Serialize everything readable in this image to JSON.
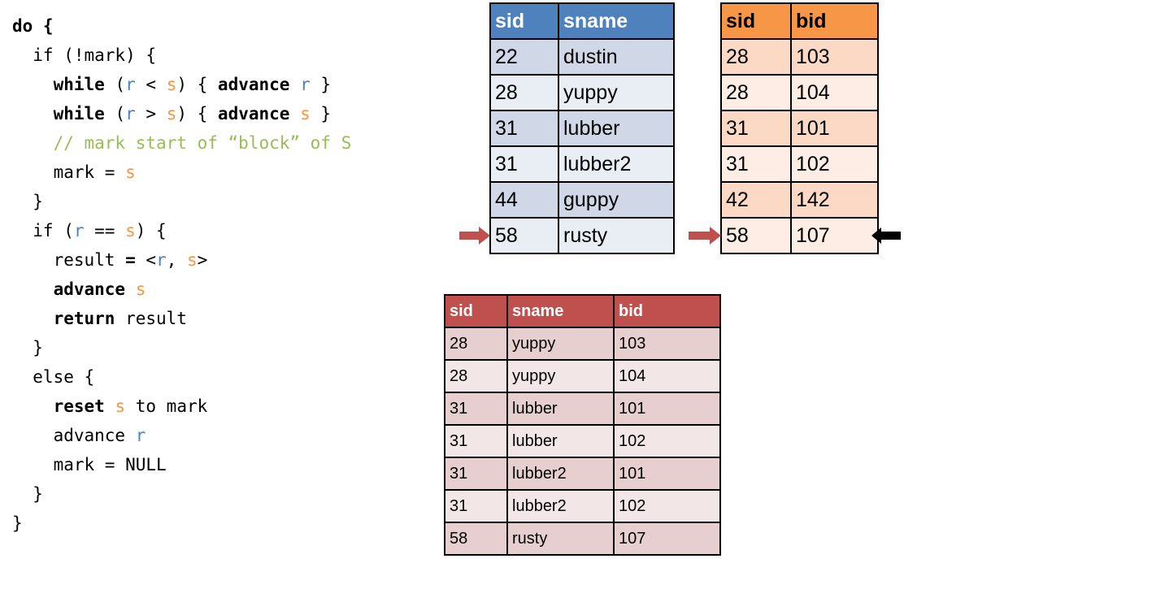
{
  "code": [
    [
      {
        "t": "do {",
        "c": "kw"
      }
    ],
    [
      {
        "t": "  if (!mark) {",
        "c": ""
      }
    ],
    [
      {
        "t": "    ",
        "c": ""
      },
      {
        "t": "while",
        "c": "kw"
      },
      {
        "t": " (",
        "c": ""
      },
      {
        "t": "r",
        "c": "vr"
      },
      {
        "t": " < ",
        "c": ""
      },
      {
        "t": "s",
        "c": "vs"
      },
      {
        "t": ") { ",
        "c": ""
      },
      {
        "t": "advance",
        "c": "kw"
      },
      {
        "t": " ",
        "c": ""
      },
      {
        "t": "r",
        "c": "vr"
      },
      {
        "t": " }",
        "c": ""
      }
    ],
    [
      {
        "t": "    ",
        "c": ""
      },
      {
        "t": "while",
        "c": "kw"
      },
      {
        "t": " (",
        "c": ""
      },
      {
        "t": "r",
        "c": "vr"
      },
      {
        "t": " > ",
        "c": ""
      },
      {
        "t": "s",
        "c": "vs"
      },
      {
        "t": ") { ",
        "c": ""
      },
      {
        "t": "advance",
        "c": "kw"
      },
      {
        "t": " ",
        "c": ""
      },
      {
        "t": "s",
        "c": "vs"
      },
      {
        "t": " }",
        "c": ""
      }
    ],
    [
      {
        "t": "    ",
        "c": ""
      },
      {
        "t": "// mark start of “block” of S",
        "c": "cm"
      }
    ],
    [
      {
        "t": "    mark = ",
        "c": ""
      },
      {
        "t": "s",
        "c": "vs"
      }
    ],
    [
      {
        "t": "  }",
        "c": ""
      }
    ],
    [
      {
        "t": "  if (",
        "c": ""
      },
      {
        "t": "r",
        "c": "vr"
      },
      {
        "t": " == ",
        "c": ""
      },
      {
        "t": "s",
        "c": "vs"
      },
      {
        "t": ") {",
        "c": ""
      }
    ],
    [
      {
        "t": "    result ",
        "c": ""
      },
      {
        "t": "=",
        "c": "kw"
      },
      {
        "t": " <",
        "c": ""
      },
      {
        "t": "r",
        "c": "vr"
      },
      {
        "t": ", ",
        "c": ""
      },
      {
        "t": "s",
        "c": "vs"
      },
      {
        "t": ">",
        "c": ""
      }
    ],
    [
      {
        "t": "    ",
        "c": ""
      },
      {
        "t": "advance",
        "c": "kw"
      },
      {
        "t": " ",
        "c": ""
      },
      {
        "t": "s",
        "c": "vs"
      }
    ],
    [
      {
        "t": "    ",
        "c": ""
      },
      {
        "t": "return",
        "c": "kw"
      },
      {
        "t": " result",
        "c": ""
      }
    ],
    [
      {
        "t": "  }",
        "c": ""
      }
    ],
    [
      {
        "t": "  else {",
        "c": ""
      }
    ],
    [
      {
        "t": "    ",
        "c": ""
      },
      {
        "t": "reset",
        "c": "kw"
      },
      {
        "t": " ",
        "c": ""
      },
      {
        "t": "s",
        "c": "vs"
      },
      {
        "t": " to mark",
        "c": ""
      }
    ],
    [
      {
        "t": "    advance ",
        "c": ""
      },
      {
        "t": "r",
        "c": "vr"
      }
    ],
    [
      {
        "t": "    mark = NULL",
        "c": ""
      }
    ],
    [
      {
        "t": "  }",
        "c": ""
      }
    ],
    [
      {
        "t": "}",
        "c": ""
      }
    ]
  ],
  "sailors": {
    "headers": [
      "sid",
      "sname"
    ],
    "rows": [
      [
        "22",
        "dustin"
      ],
      [
        "28",
        "yuppy"
      ],
      [
        "31",
        "lubber"
      ],
      [
        "31",
        "lubber2"
      ],
      [
        "44",
        "guppy"
      ],
      [
        "58",
        "rusty"
      ]
    ]
  },
  "reserves": {
    "headers": [
      "sid",
      "bid"
    ],
    "rows": [
      [
        "28",
        "103"
      ],
      [
        "28",
        "104"
      ],
      [
        "31",
        "101"
      ],
      [
        "31",
        "102"
      ],
      [
        "42",
        "142"
      ],
      [
        "58",
        "107"
      ]
    ]
  },
  "result": {
    "headers": [
      "sid",
      "sname",
      "bid"
    ],
    "rows": [
      [
        "28",
        "yuppy",
        "103"
      ],
      [
        "28",
        "yuppy",
        "104"
      ],
      [
        "31",
        "lubber",
        "101"
      ],
      [
        "31",
        "lubber",
        "102"
      ],
      [
        "31",
        "lubber2",
        "101"
      ],
      [
        "31",
        "lubber2",
        "102"
      ],
      [
        "58",
        "rusty",
        "107"
      ]
    ]
  },
  "colors": {
    "r_var": "#4F81BD",
    "s_var": "#F79646",
    "comment": "#9BBB59",
    "pointer_arrow": "#C0504D",
    "mark_arrow": "#000000"
  },
  "pointers": {
    "r_row": 5,
    "s_row": 5,
    "mark_row": 5
  }
}
